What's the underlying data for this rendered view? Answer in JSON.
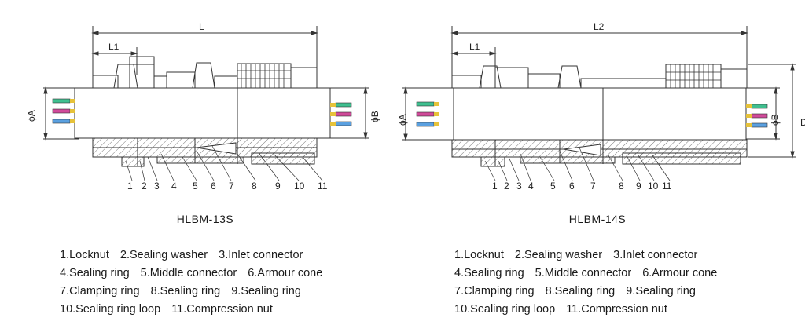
{
  "drawings": [
    {
      "model": "HLBM-13S",
      "length_label": "L",
      "sub_length_label": "L1",
      "dia_left_label": "ϕA",
      "dia_right_label": "ϕB",
      "dia_outer_label": "",
      "callouts": [
        "1",
        "2",
        "3",
        "4",
        "5",
        "6",
        "7",
        "8",
        "9",
        "10",
        "11"
      ]
    },
    {
      "model": "HLBM-14S",
      "length_label": "L2",
      "sub_length_label": "L1",
      "dia_left_label": "ϕA",
      "dia_right_label": "ϕB",
      "dia_outer_label": "D",
      "callouts": [
        "1",
        "2",
        "3",
        "4",
        "5",
        "6",
        "7",
        "8",
        "9",
        "10",
        "11"
      ]
    }
  ],
  "parts_list": {
    "rows": [
      [
        "1.Locknut",
        "2.Sealing washer",
        "3.Inlet connector"
      ],
      [
        "4.Sealing ring",
        "5.Middle connector",
        "6.Armour cone"
      ],
      [
        "7.Clamping ring",
        "8.Sealing ring",
        "9.Sealing ring"
      ],
      [
        "10.Sealing ring loop",
        "11.Compression nut"
      ]
    ]
  },
  "colors": {
    "line": "#333333",
    "wire_green": "#3fbf8f",
    "wire_pink": "#d04a9a",
    "wire_blue": "#5aa0e0",
    "wire_tip": "#e6c23a"
  }
}
